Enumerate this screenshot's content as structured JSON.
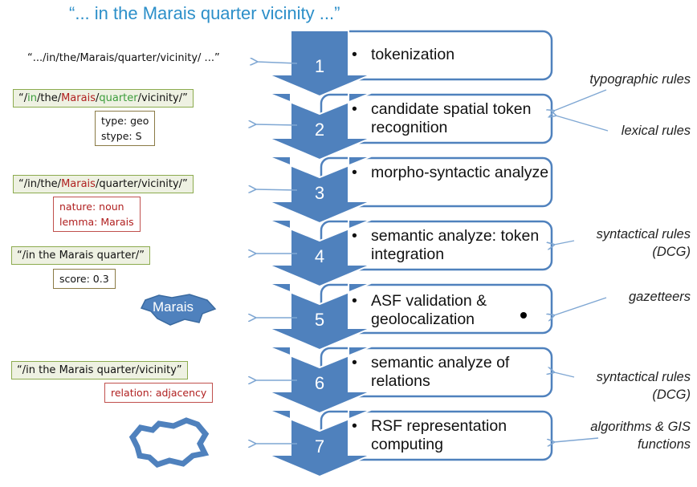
{
  "title": "“... in the Marais quarter vicinity ...”",
  "steps": [
    {
      "number": "1",
      "bullet": "•",
      "text": "tokenization"
    },
    {
      "number": "2",
      "bullet": "•",
      "text": "candidate spatial token recognition"
    },
    {
      "number": "3",
      "bullet": "•",
      "text": "morpho-syntactic analyze"
    },
    {
      "number": "4",
      "bullet": "•",
      "text": "semantic analyze: token integration"
    },
    {
      "number": "5",
      "bullet": "•",
      "text": "ASF validation & geolocalization"
    },
    {
      "number": "6",
      "bullet": "•",
      "text": "semantic analyze of relations"
    },
    {
      "number": "7",
      "bullet": "•",
      "text": "RSF representation computing"
    }
  ],
  "rules": {
    "typographic": "typographic rules",
    "lexical": "lexical rules",
    "syntactical_1": "syntactical rules (DCG)",
    "gazetteers": "gazetteers",
    "syntactical_2": "syntactical rules (DCG)",
    "algorithms": "algorithms & GIS functions"
  },
  "outputs": {
    "step1": {
      "token": "“.../in/the/Marais/quarter/vicinity/ ...”"
    },
    "step2": {
      "token_prefix": "“/",
      "token_in": "in",
      "token_the": "/the/",
      "token_marais": "Marais",
      "token_slash": "/",
      "token_quarter": "quarter",
      "token_rest": "/vicinity/”",
      "attr_1": "type: geo",
      "attr_2": "stype: S"
    },
    "step3": {
      "token_prefix": "“/in/the/",
      "token_marais": "Marais",
      "token_rest": "/quarter/vicinity/”",
      "attr_1": "nature: noun",
      "attr_2": "lemma: Marais"
    },
    "step4": {
      "token": "“/in the Marais quarter/”",
      "attr_1": "score: 0.3"
    },
    "step5": {
      "shape_label": "Marais"
    },
    "step6": {
      "token": "“/in the Marais quarter/vicinity”",
      "attr_1": "relation: adjacency"
    }
  },
  "colors": {
    "chevron": "#4f81bd",
    "box_border": "#4f81bd",
    "title": "#2c8fc9",
    "arrow": "#8fb3d9",
    "green_highlight": "#3c9d3c",
    "red_highlight": "#b02020"
  }
}
